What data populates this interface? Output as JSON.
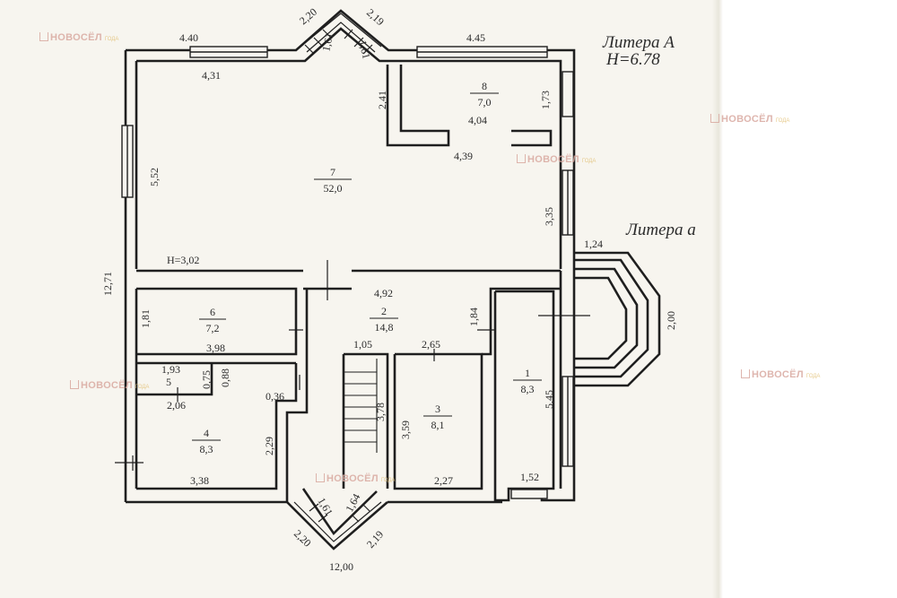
{
  "watermark": {
    "text": "НОВОСЁЛ",
    "year_label": "ГОДА"
  },
  "literas": {
    "main": "Литера А",
    "main_height": "Н=6.78",
    "annex": "Литера а"
  },
  "rooms": [
    {
      "id": "room-7",
      "number": "7",
      "area": "52,0"
    },
    {
      "id": "room-8",
      "number": "8",
      "area": "7,0"
    },
    {
      "id": "room-6",
      "number": "6",
      "area": "7,2"
    },
    {
      "id": "room-2",
      "number": "2",
      "area": "14,8"
    },
    {
      "id": "room-5",
      "number": "5",
      "area": ""
    },
    {
      "id": "room-4",
      "number": "4",
      "area": "8,3"
    },
    {
      "id": "room-3",
      "number": "3",
      "area": "8,1"
    },
    {
      "id": "room-1",
      "number": "1",
      "area": "8,3"
    }
  ],
  "room7_height": "Н=3,02",
  "dimensions": [
    "4.40",
    "2,20",
    "2,19",
    "4.45",
    "4,31",
    "1,61",
    "1,61",
    "2,41",
    "4,04",
    "1,73",
    "4,39",
    "5,52",
    "3,35",
    "1,24",
    "2,00",
    "12,71",
    "4,92",
    "1,81",
    "3,98",
    "1,84",
    "1,05",
    "2,65",
    "1,93",
    "0,75",
    "0,88",
    "2,06",
    "0,36",
    "3,78",
    "3,59",
    "5,45",
    "2,29",
    "3,38",
    "2,27",
    "1,52",
    "1,61",
    "1,64",
    "2,20",
    "2,19",
    "12,00"
  ]
}
